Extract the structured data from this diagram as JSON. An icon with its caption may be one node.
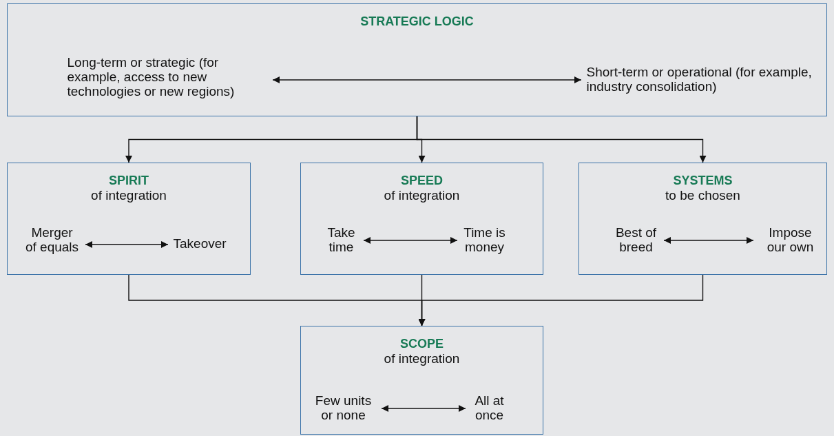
{
  "diagram": {
    "nodes": [
      {
        "text": [
          "STRATEGIC LOGIC"
        ]
      },
      {
        "text": [
          "Long-term or strategic (for example, access to new technologies or new regions)"
        ],
        "in": 0
      },
      {
        "text": [
          "Short-term or operational (for example, industry consolidation)"
        ],
        "in": 0
      },
      {
        "text": [
          "SPIRIT",
          "of integration"
        ]
      },
      {
        "text": [
          "Merger of equals"
        ],
        "in": 3
      },
      {
        "text": [
          "Takeover"
        ],
        "in": 3
      },
      {
        "text": [
          "SPEED",
          "of integration"
        ]
      },
      {
        "text": [
          "Take time"
        ],
        "in": 6
      },
      {
        "text": [
          "Time is money"
        ],
        "in": 6
      },
      {
        "text": [
          "SYSTEMS",
          "to be chosen"
        ]
      },
      {
        "text": [
          "Best of breed"
        ],
        "in": 9
      },
      {
        "text": [
          "Impose our own"
        ],
        "in": 9
      },
      {
        "text": [
          "SCOPE",
          "of integration"
        ]
      },
      {
        "text": [
          "Few units or none"
        ],
        "in": 12
      },
      {
        "text": [
          "All at once"
        ],
        "in": 12
      }
    ],
    "edges": [
      {
        "from": 1,
        "to": 2,
        "arrow": "both"
      },
      {
        "from": 0,
        "to": 3,
        "arrow": "to"
      },
      {
        "from": 0,
        "to": 6,
        "arrow": "to"
      },
      {
        "from": 0,
        "to": 9,
        "arrow": "to"
      },
      {
        "from": 4,
        "to": 5,
        "arrow": "both"
      },
      {
        "from": 7,
        "to": 8,
        "arrow": "both"
      },
      {
        "from": 10,
        "to": 11,
        "arrow": "both"
      },
      {
        "from": 3,
        "to": 12,
        "arrow": "to"
      },
      {
        "from": 6,
        "to": 12,
        "arrow": "to"
      },
      {
        "from": 9,
        "to": 12,
        "arrow": "to"
      },
      {
        "from": 13,
        "to": 14,
        "arrow": "both"
      }
    ]
  }
}
